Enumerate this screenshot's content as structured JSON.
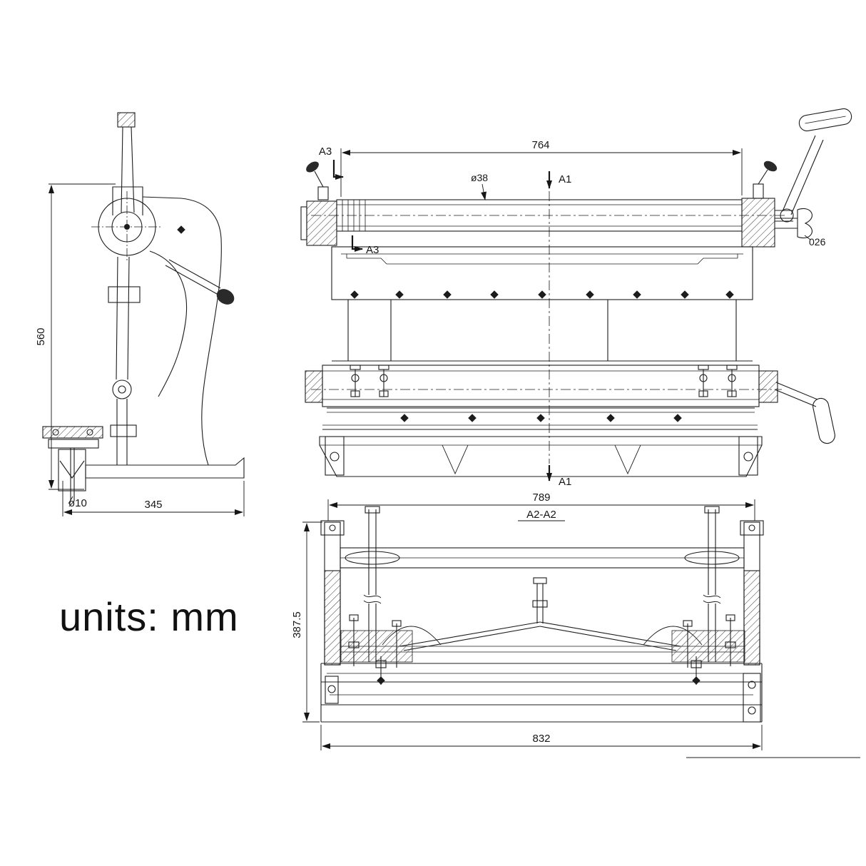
{
  "page": {
    "background": "#ffffff",
    "ink": "#1c1c1c",
    "description": "Engineering drawing of 3-in-1 sheet metal machine (shear / brake / roll), three views with dimensions"
  },
  "units_note": "units: mm",
  "side_view": {
    "name": "side elevation",
    "dims": {
      "height": "560",
      "width": "345",
      "hole": "ø10"
    }
  },
  "front_view": {
    "name": "front elevation",
    "dims": {
      "width": "764",
      "roller_dia": "ø38",
      "crank": "026"
    },
    "sections": {
      "a3_top": "A3",
      "a3_mid": "A3",
      "a1_top": "A1",
      "a1_bottom": "A1"
    }
  },
  "section_view": {
    "name": "section view",
    "title": "A2-A2",
    "dims": {
      "width_top": "789",
      "height": "387.5",
      "width_bottom": "832"
    }
  }
}
